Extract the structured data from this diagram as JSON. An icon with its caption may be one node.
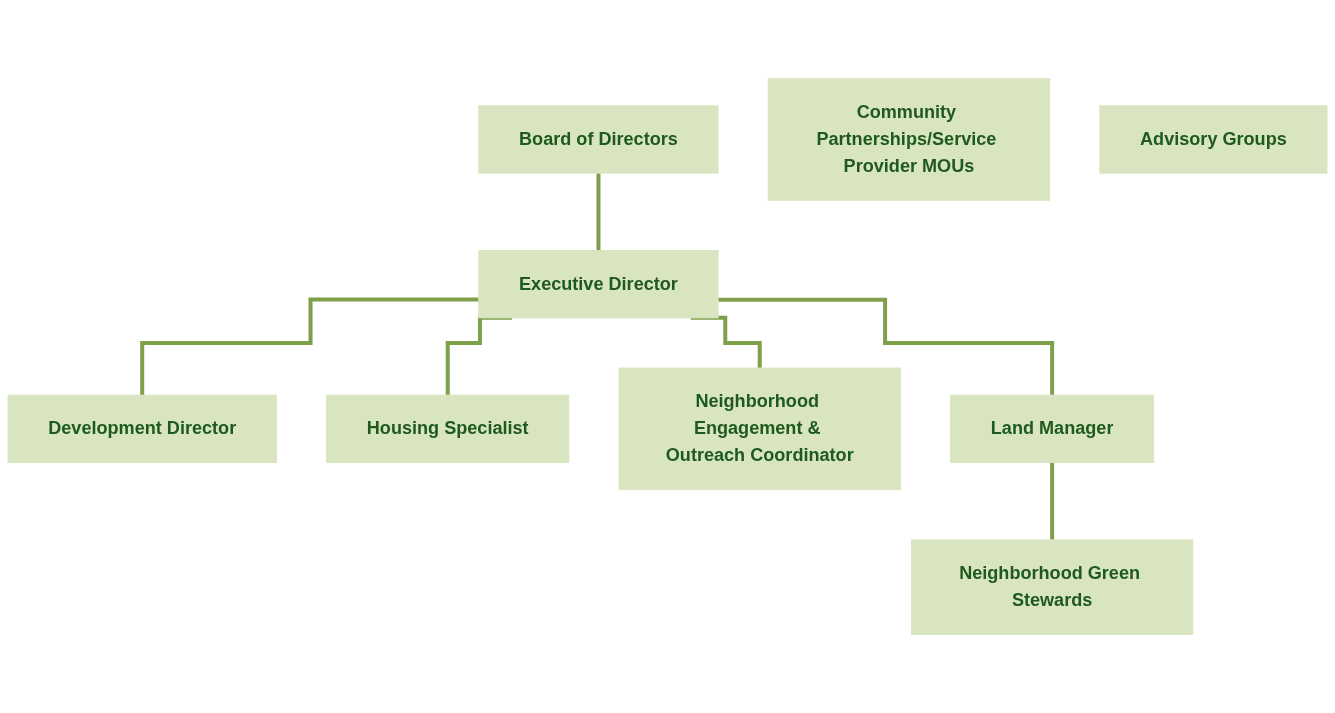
{
  "diagram": {
    "nodes": [
      {
        "text": [
          "Board of Directors"
        ]
      },
      {
        "text": [
          "Community Partnerships/Service Provider MOUs"
        ]
      },
      {
        "text": [
          "Executive Director"
        ]
      },
      {
        "text": [
          "Advisory Groups"
        ]
      },
      {
        "text": [
          "Development Director"
        ]
      },
      {
        "text": [
          "Housing Specialist"
        ]
      },
      {
        "text": [
          "Neighborhood Engagement & Outreach Coordinator"
        ]
      },
      {
        "text": [
          "Land Manager"
        ]
      },
      {
        "text": [
          "Neighborhood Green Stewards"
        ]
      }
    ],
    "edges": [
      {
        "from": 0,
        "to": 2,
        "arrow": "none"
      },
      {
        "from": 2,
        "to": 4,
        "arrow": "none"
      },
      {
        "from": 2,
        "to": 5,
        "arrow": "none"
      },
      {
        "from": 2,
        "to": 6,
        "arrow": "none"
      },
      {
        "from": 2,
        "to": 7,
        "arrow": "none"
      },
      {
        "from": 7,
        "to": 8,
        "arrow": "none"
      }
    ]
  }
}
